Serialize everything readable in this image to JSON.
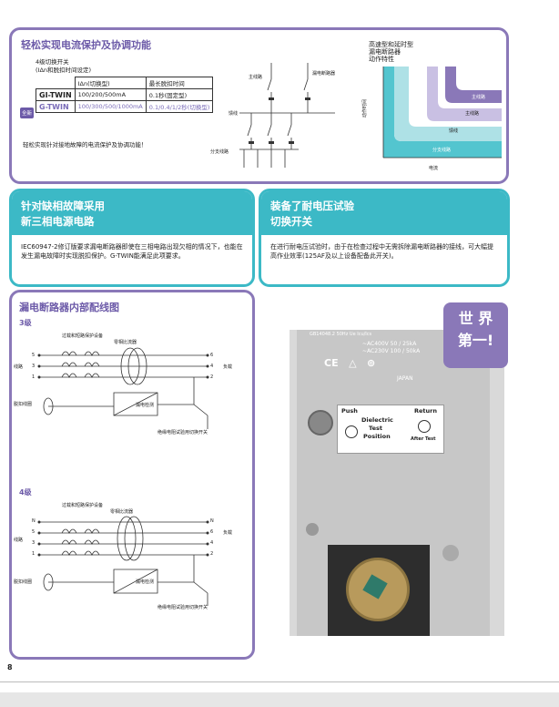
{
  "section1": {
    "title": "轻松实现电流保护及协调功能",
    "switch_title": "4级切换开关",
    "switch_subtitle": "(IΔn和脱扣时间设定)",
    "table_headers": [
      "IΔn(切换型)",
      "最长脱扣时间"
    ],
    "rows": [
      {
        "model": "GI-TWIN",
        "currents": "100/200/500mA",
        "time": "0.1秒(固定型)"
      },
      {
        "badge": "全新",
        "model": "G-TWIN",
        "currents": "100/300/500/1000mA",
        "time": "0.1/0.4/1/2秒(切换型)"
      }
    ],
    "caption": "轻松实现针对接地故障的电流保护及协调功能！",
    "diagram_labels": {
      "main": "主线路",
      "leak": "漏电断路器",
      "feeder": "馈线",
      "branch": "分支线路"
    },
    "chart": {
      "title_lines": [
        "高速型和延时型",
        "漏电断路器",
        "动作特性"
      ],
      "ylabel": "动作时间",
      "xlabel": "电流",
      "bands": [
        "主线路",
        "主线路",
        "馈线",
        "分支线路"
      ]
    }
  },
  "section2": {
    "title_line1": "针对缺相故障采用",
    "title_line2": "新三相电源电路",
    "body": "IEC60947-2修订版要求漏电断路器即使在三相电路出现欠相的情况下，也能在发生漏电故障时实现脱扣保护。G-TWIN能满足此项要求。"
  },
  "section3": {
    "title_line1": "装备了耐电压试验",
    "title_line2": "切换开关",
    "body": "在进行耐电压试验时，由于在检查过程中无需拆除漏电断路器的接线，可大幅提高作业效率(125AF及以上设备配备此开关)。"
  },
  "section4": {
    "title": "漏电断路器内部配线图",
    "diagram3": {
      "label": "3级",
      "overcurrent": "过载和短路保护设备",
      "zct": "零相比流器",
      "line": "线路",
      "load": "负载",
      "trip": "脱扣线圈",
      "leak_detect": "漏电检测",
      "test_switch": "绝缘电阻试验用切换开关",
      "left_terminals": [
        "5",
        "3",
        "1"
      ],
      "right_terminals": [
        "6",
        "4",
        "2"
      ]
    },
    "diagram4": {
      "label": "4级",
      "overcurrent": "过载和短路保护设备",
      "zct": "零相比流器",
      "line": "线路",
      "load": "负载",
      "trip": "脱扣线圈",
      "leak_detect": "漏电检测",
      "test_switch": "绝缘电阻试验用切换开关",
      "left_terminals": [
        "N",
        "5",
        "3",
        "1"
      ],
      "right_terminals": [
        "N",
        "6",
        "4",
        "2"
      ]
    }
  },
  "photo": {
    "rating_top": "GB14048.2   50Hz      Ue      Icu/Ics",
    "rating1": "~AC400V  50 / 25kA",
    "rating2": "~AC230V  100 / 50kA",
    "japan": "JAPAN",
    "push": "Push",
    "dielectric": "Dielectric",
    "test": "Test",
    "position": "Position",
    "return": "Return",
    "after_test": "After Test"
  },
  "badge": {
    "line1": "世 界",
    "line2": "第一!"
  },
  "page_number": "8",
  "colors": {
    "purple": "#8a78b8",
    "teal": "#3cb9c6"
  }
}
